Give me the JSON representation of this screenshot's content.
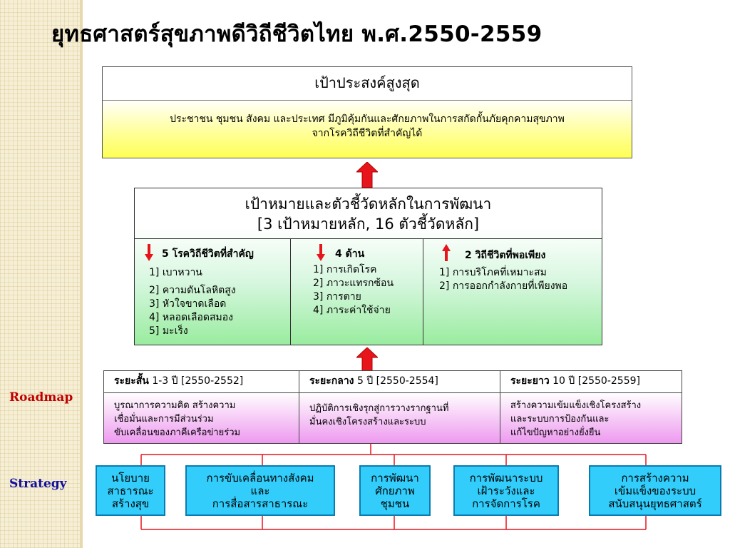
{
  "title": "ยุทธศาสตร์สุขภาพดีวิถีชีวิตไทย พ.ศ.2550-2559",
  "goal": {
    "heading": "เป้าประสงค์สูงสุด",
    "text_line1": "ประชาชน ชุมชน สังคม และประเทศ มีภูมิคุ้มกันและศักยภาพในการสกัดกั้นภัยคุกคามสุขภาพ",
    "text_line2": "จากโรควิถีชีวิตที่สำคัญได้"
  },
  "targets": {
    "heading_line1": "เป้าหมายและตัวชี้วัดหลักในการพัฒนา",
    "heading_line2": "[3 เป้าหมายหลัก, 16 ตัวชี้วัดหลัก]",
    "columns": [
      {
        "direction": "down",
        "head": "5 โรควิถีชีวิตที่สำคัญ",
        "items": [
          "1] เบาหวาน",
          "2] ความดันโลหิตสูง",
          "3] หัวใจขาดเลือด",
          "4] หลอดเลือดสมอง",
          "5] มะเร็ง"
        ]
      },
      {
        "direction": "down",
        "head": "4  ด้าน",
        "items": [
          "1] การเกิดโรค",
          "2] ภาวะแทรกซ้อน",
          "3] การตาย",
          "4] ภาระค่าใช้จ่าย"
        ]
      },
      {
        "direction": "up",
        "head": "2  วิถีชีวิตที่พอเพียง",
        "items": [
          "1] การบริโภคที่เหมาะสม",
          "2] การออกกำลังกายที่เพียงพอ"
        ]
      }
    ]
  },
  "roadmap": {
    "label": "Roadmap",
    "phases": [
      {
        "head_bold": "ระยะสั้น",
        "head_rest": " 1-3 ปี  [2550-2552]",
        "lines": [
          "บูรณาการความคิด สร้างความ",
          "เชื่อมั่นและการมีส่วนร่วม",
          "ขับเคลื่อนของภาคีเครือข่ายร่วม"
        ]
      },
      {
        "head_bold": "ระยะกลาง",
        "head_rest": " 5 ปี [2550-2554]",
        "lines": [
          "ปฏิบัติการเชิงรุกสู่การวางรากฐานที่",
          "มั่นคงเชิงโครงสร้างและระบบ"
        ]
      },
      {
        "head_bold": "ระยะยาว",
        "head_rest": " 10 ปี [2550-2559]",
        "lines": [
          "สร้างความเข้มแข็งเชิงโครงสร้าง",
          "และระบบการป้องกันและ",
          "แก้ไขปัญหาอย่างยั่งยืน"
        ]
      }
    ]
  },
  "strategy": {
    "label": "Strategy",
    "items": [
      {
        "lines": [
          "นโยบาย",
          "สาธารณะ",
          "สร้างสุข"
        ]
      },
      {
        "lines": [
          "การขับเคลื่อนทางสังคม",
          "และ",
          "การสื่อสารสาธารณะ"
        ]
      },
      {
        "lines": [
          "การพัฒนา",
          "ศักยภาพ",
          "ชุมชน"
        ]
      },
      {
        "lines": [
          "การพัฒนาระบบ",
          "เฝ้าระวังและ",
          "การจัดการโรค"
        ]
      },
      {
        "lines": [
          "การสร้างความ",
          "เข้มแข็งของระบบ",
          "สนับสนุนยุทธศาสตร์"
        ]
      }
    ]
  },
  "colors": {
    "arrow_red": "#e8141c",
    "strategy_blue": "#32cdfb",
    "label_red": "#c00000",
    "label_blue": "#1010a0",
    "connector": "#e8141c"
  }
}
